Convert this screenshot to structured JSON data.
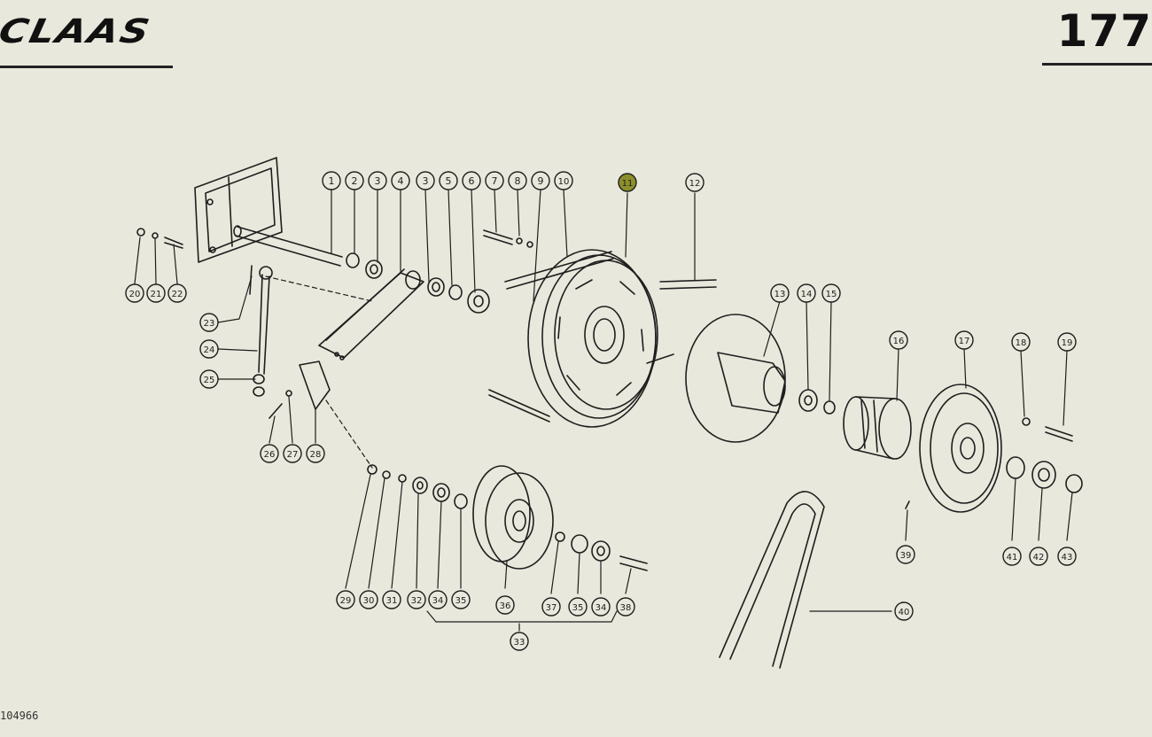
{
  "header": {
    "brand": "CLAAS",
    "page_number": "177"
  },
  "footer": {
    "drawing_number": "104966"
  },
  "colors": {
    "ink": "#1e1e1e",
    "paper": "#e9e8dc",
    "highlight": "#8c8f2a"
  },
  "callouts": [
    "1",
    "2",
    "3",
    "4",
    "3",
    "5",
    "6",
    "7",
    "8",
    "9",
    "10",
    "11",
    "12",
    "13",
    "14",
    "15",
    "16",
    "17",
    "18",
    "19",
    "20",
    "21",
    "22",
    "23",
    "24",
    "25",
    "26",
    "27",
    "28",
    "29",
    "30",
    "31",
    "32",
    "34",
    "35",
    "36",
    "37",
    "35",
    "34",
    "38",
    "33",
    "39",
    "40",
    "41",
    "42",
    "43"
  ],
  "highlighted_callout": "11"
}
